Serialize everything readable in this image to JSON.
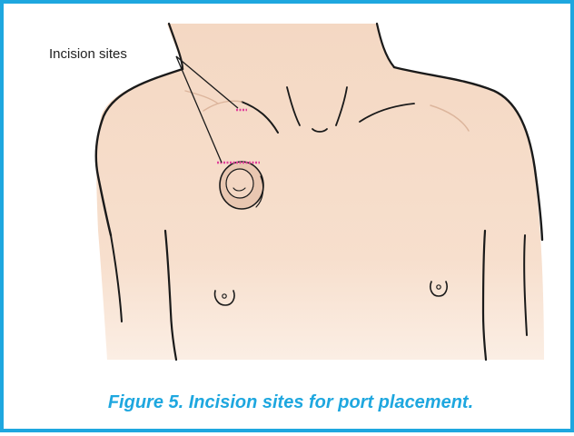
{
  "figure": {
    "callout_label": "Incision sites",
    "caption": "Figure 5. Incision sites for port placement.",
    "colors": {
      "border": "#1ea7df",
      "caption": "#1ea7df",
      "skin": "#f6dcc8",
      "skin_shadow": "#eccab3",
      "outline": "#1a1a1a",
      "incision": "#e0409a"
    },
    "icons": [
      "torso-illustration",
      "implanted-port",
      "incision-mark",
      "leader-line"
    ]
  }
}
